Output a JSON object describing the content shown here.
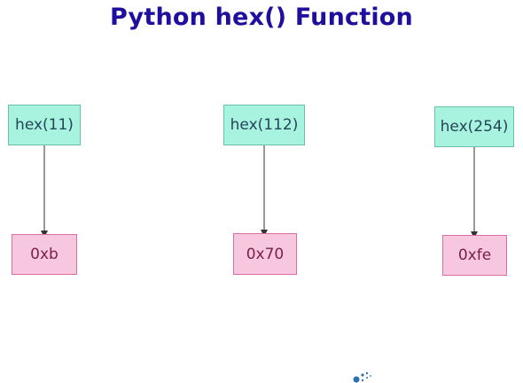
{
  "title": "Python hex() Function",
  "diagram": {
    "calls": [
      "hex(11)",
      "hex(112)",
      "hex(254)"
    ],
    "results": [
      "0xb",
      "0x70",
      "0xfe"
    ]
  },
  "colors": {
    "title": "#1e0f9e",
    "call_fill": "#a7f3df",
    "call_border": "#6ac0a8",
    "result_fill": "#f6c7de",
    "result_border": "#dd6ea3",
    "arrow": "#333333",
    "logo": "#2f6fb3"
  },
  "icons": {
    "logo": "dotted-logo-icon"
  }
}
